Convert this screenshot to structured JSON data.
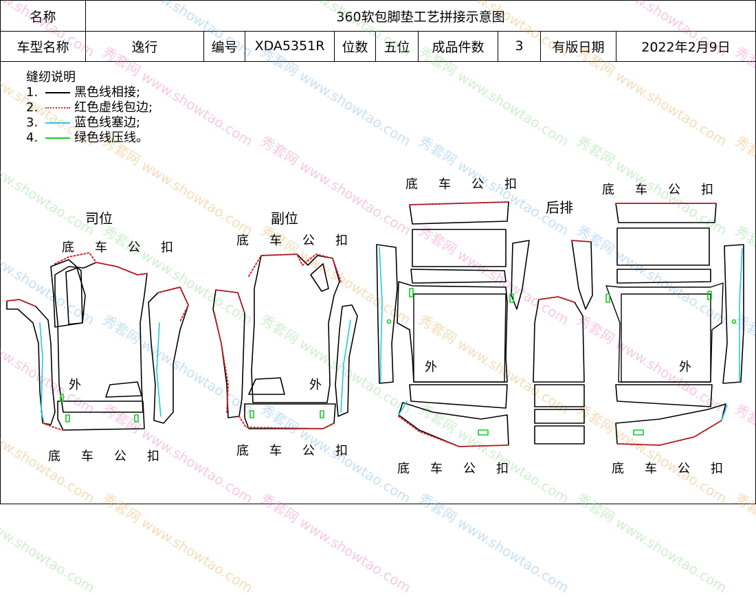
{
  "header": {
    "name_label": "名称",
    "title": "360软包脚垫工艺拼接示意图",
    "model_label": "车型名称",
    "model_value": "逸行",
    "code_label": "编号",
    "code_value": "XDA5351R",
    "seats_label": "位数",
    "seats_value": "五位",
    "pieces_label": "成品件数",
    "pieces_value": "3",
    "date_label": "有版日期",
    "date_value": "2022年2月9日"
  },
  "legend": {
    "title": "缝纫说明",
    "items": [
      {
        "num": "1.",
        "text": "黑色线相接;",
        "color": "#000000",
        "style": "solid"
      },
      {
        "num": "2.",
        "text": "红色虚线包边;",
        "color": "#e0242a",
        "style": "dotted"
      },
      {
        "num": "3.",
        "text": "蓝色线塞边;",
        "color": "#22c8e6",
        "style": "solid"
      },
      {
        "num": "4.",
        "text": "绿色线压线。",
        "color": "#12c824",
        "style": "solid"
      }
    ]
  },
  "labels": {
    "driver": "司位",
    "passenger": "副位",
    "rear": "后排",
    "outer": "外",
    "buckle": "底 车 公 扣"
  },
  "watermark": {
    "text": "秀套网 www.showtao.com"
  },
  "colors": {
    "black": "#000000",
    "red": "#e0242a",
    "cyan": "#22c8e6",
    "green": "#12c824"
  }
}
